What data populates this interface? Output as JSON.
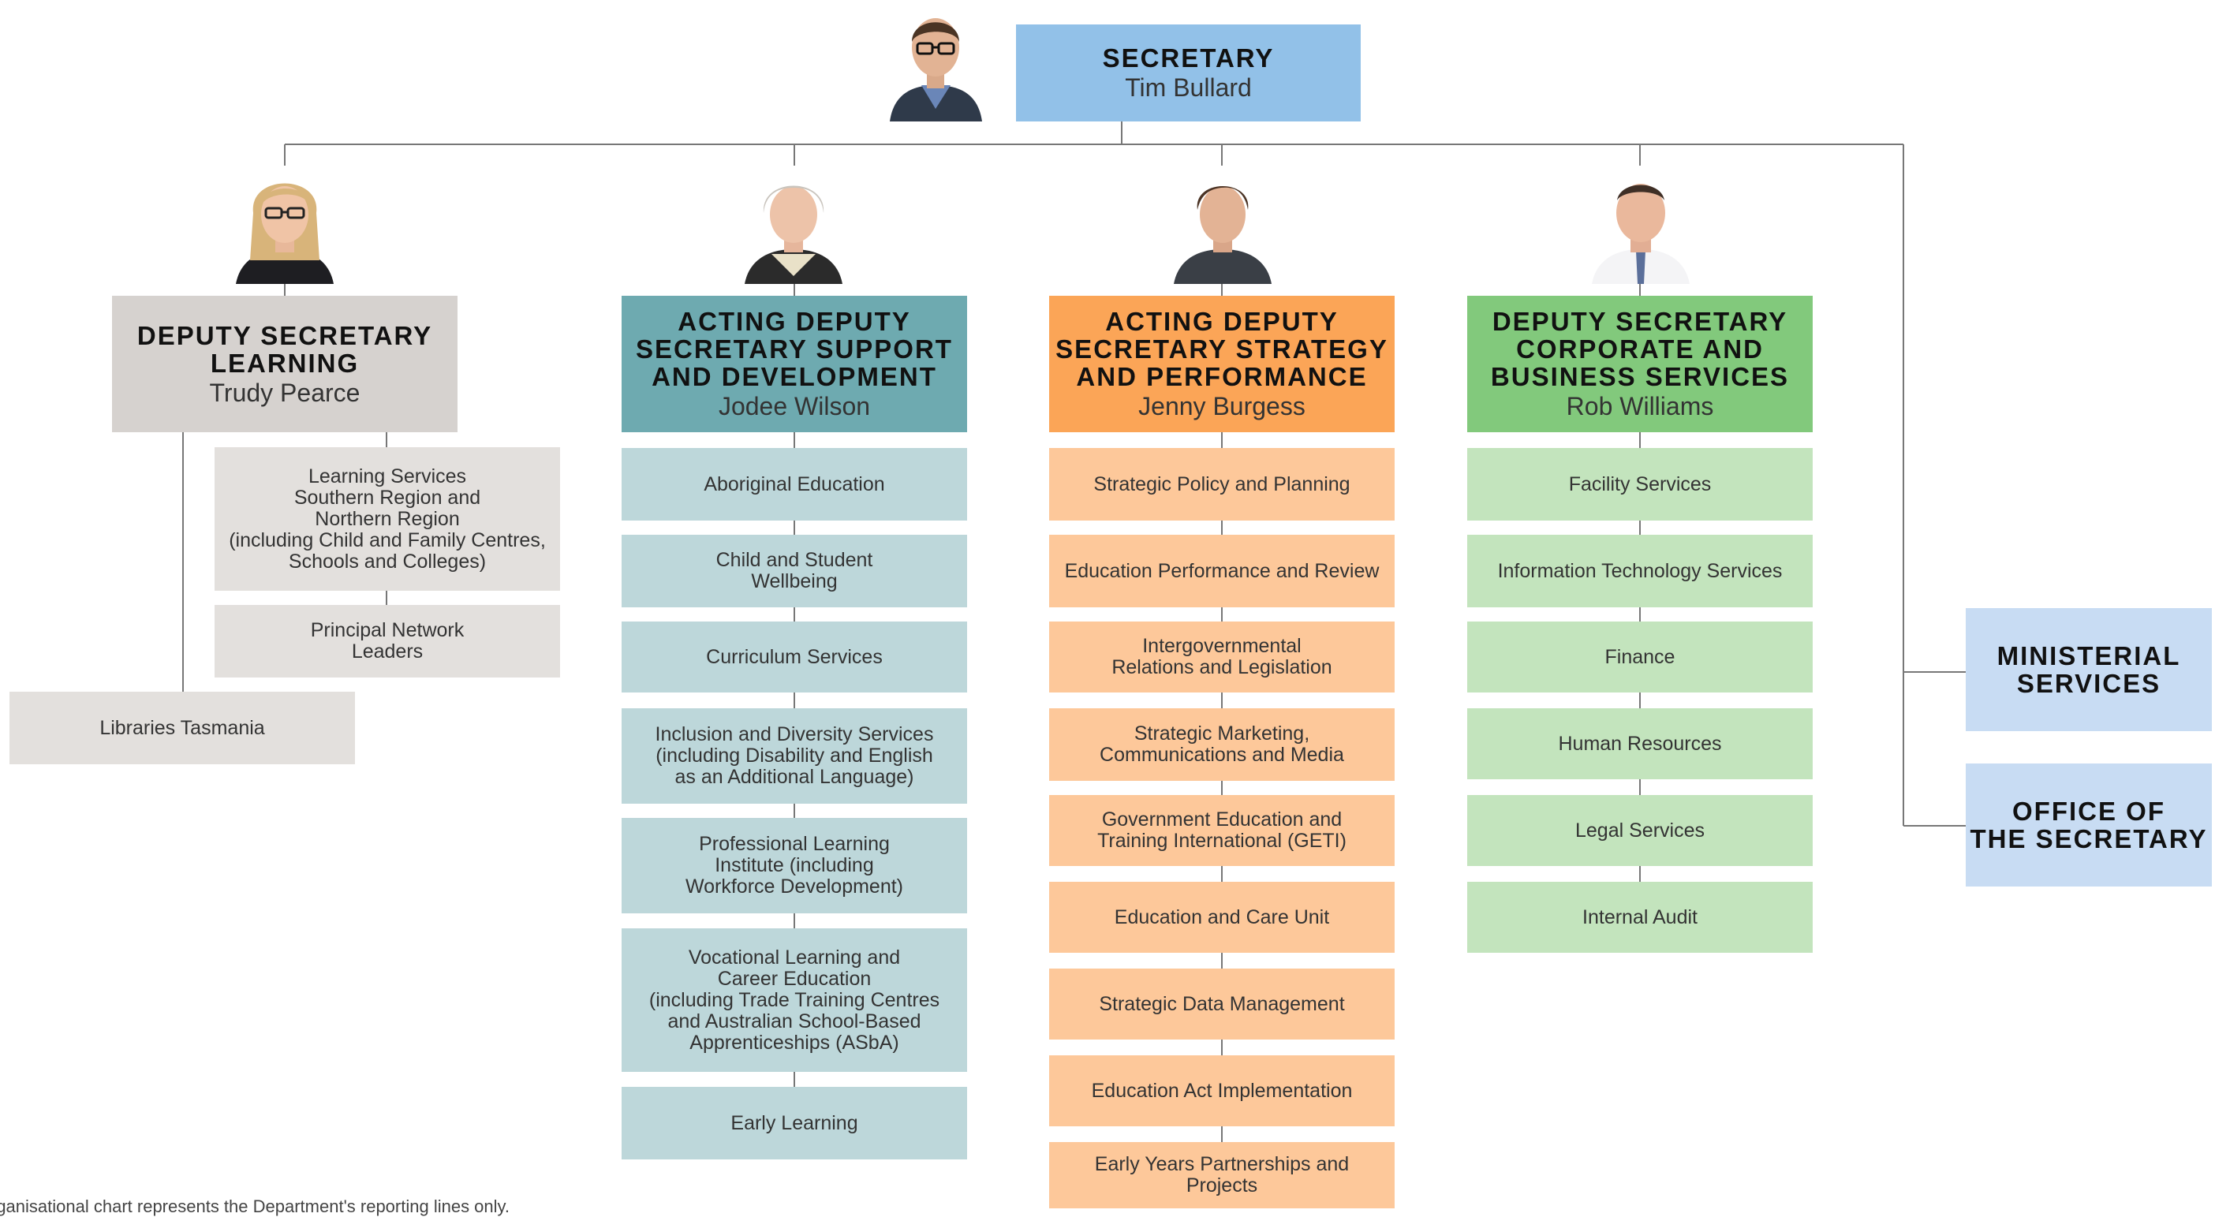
{
  "colors": {
    "line": "#777777",
    "secretary": "#92c1e8",
    "learning_head": "#d6d2cf",
    "learning_unit": "#e3e0dd",
    "support_head": "#6eaab0",
    "support_unit": "#bdd7da",
    "strategy_head": "#fba557",
    "strategy_unit": "#fdc89a",
    "corporate_head": "#82c97c",
    "corporate_unit": "#c3e4bd",
    "side": "#c8dcf3"
  },
  "secretary": {
    "title": "SECRETARY",
    "name": "Tim Bullard",
    "photo_icon": "man-glasses-portrait-icon"
  },
  "divisions": [
    {
      "key": "learning",
      "title": "DEPUTY SECRETARY\nLEARNING",
      "name": "Trudy Pearce",
      "photo_icon": "woman-glasses-portrait-icon",
      "units": [
        "Learning Services\nSouthern Region and\nNorthern Region\n(including Child and Family Centres,\nSchools and Colleges)",
        "Principal Network\nLeaders",
        "Libraries Tasmania"
      ]
    },
    {
      "key": "support",
      "title": "ACTING DEPUTY\nSECRETARY SUPPORT\nAND DEVELOPMENT",
      "name": "Jodee Wilson",
      "photo_icon": "woman-grey-hair-portrait-icon",
      "units": [
        "Aboriginal Education",
        "Child and Student\nWellbeing",
        "Curriculum Services",
        "Inclusion and Diversity Services\n(including Disability and English\nas an Additional Language)",
        "Professional Learning\nInstitute (including\nWorkforce Development)",
        "Vocational Learning and\nCareer Education\n(including Trade Training Centres\nand Australian School-Based\nApprenticeships (ASbA)",
        "Early Learning"
      ]
    },
    {
      "key": "strategy",
      "title": "ACTING DEPUTY\nSECRETARY STRATEGY\nAND PERFORMANCE",
      "name": "Jenny Burgess",
      "photo_icon": "woman-short-hair-portrait-icon",
      "units": [
        "Strategic Policy and Planning",
        "Education Performance and Review",
        "Intergovernmental\nRelations and Legislation",
        "Strategic Marketing,\nCommunications and Media",
        "Government Education and\nTraining International (GETI)",
        "Education and Care Unit",
        "Strategic Data Management",
        "Education Act Implementation",
        "Early Years Partnerships and Projects"
      ]
    },
    {
      "key": "corporate",
      "title": "DEPUTY SECRETARY\nCORPORATE AND\nBUSINESS SERVICES",
      "name": "Rob Williams",
      "photo_icon": "man-shirt-tie-portrait-icon",
      "units": [
        "Facility Services",
        "Information Technology Services",
        "Finance",
        "Human Resources",
        "Legal Services",
        "Internal Audit"
      ]
    }
  ],
  "side_units": [
    "MINISTERIAL\nSERVICES",
    "OFFICE OF\nTHE SECRETARY"
  ],
  "footnote": "rganisational chart represents the Department's reporting lines only."
}
